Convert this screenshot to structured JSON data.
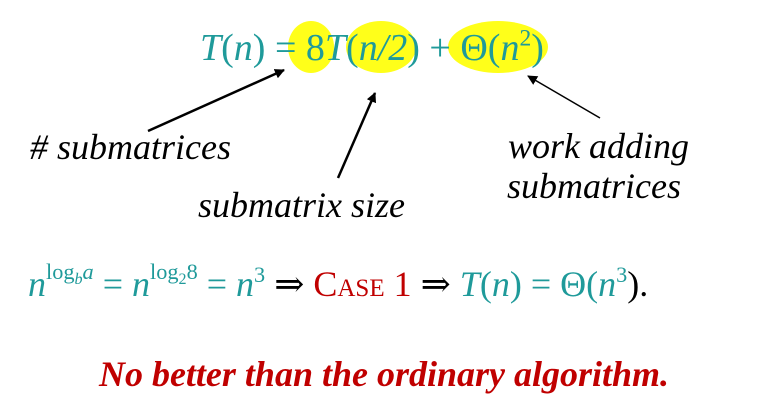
{
  "recurrence": {
    "T": "T",
    "open": "(",
    "n": "n",
    "close": ")",
    "eq": " = ",
    "count": "8",
    "T2": "T",
    "open2": "(",
    "size": "n/2",
    "close2": ")",
    "plus": " + ",
    "theta": "Θ(",
    "n3": "n",
    "exp": "2",
    "close3": ")"
  },
  "labels": {
    "submatrices": "# submatrices",
    "submatrix_size": "submatrix size",
    "work_line1": "work adding",
    "work_line2": "submatrices"
  },
  "master": {
    "n1": "n",
    "exp1_log": "log",
    "exp1_b": "b",
    "exp1_a": "a",
    "eq1": " = ",
    "n2": "n",
    "exp2_log": "log",
    "exp2_base": "2",
    "exp2_val": "8",
    "eq2": " = ",
    "n3": "n",
    "exp3": "3",
    "implies1": " ⇒ ",
    "case": "Case 1",
    "implies2": " ⇒ ",
    "T": "T",
    "open": "(",
    "n": "n",
    "close": ")",
    "eq3": " = ",
    "theta": "Θ(",
    "n4": "n",
    "exp4": "3",
    "end": ")."
  },
  "conclusion": "No better than the ordinary algorithm.",
  "colors": {
    "teal": "#1f9a9a",
    "highlight": "#ffff1a",
    "red": "#c00000"
  }
}
